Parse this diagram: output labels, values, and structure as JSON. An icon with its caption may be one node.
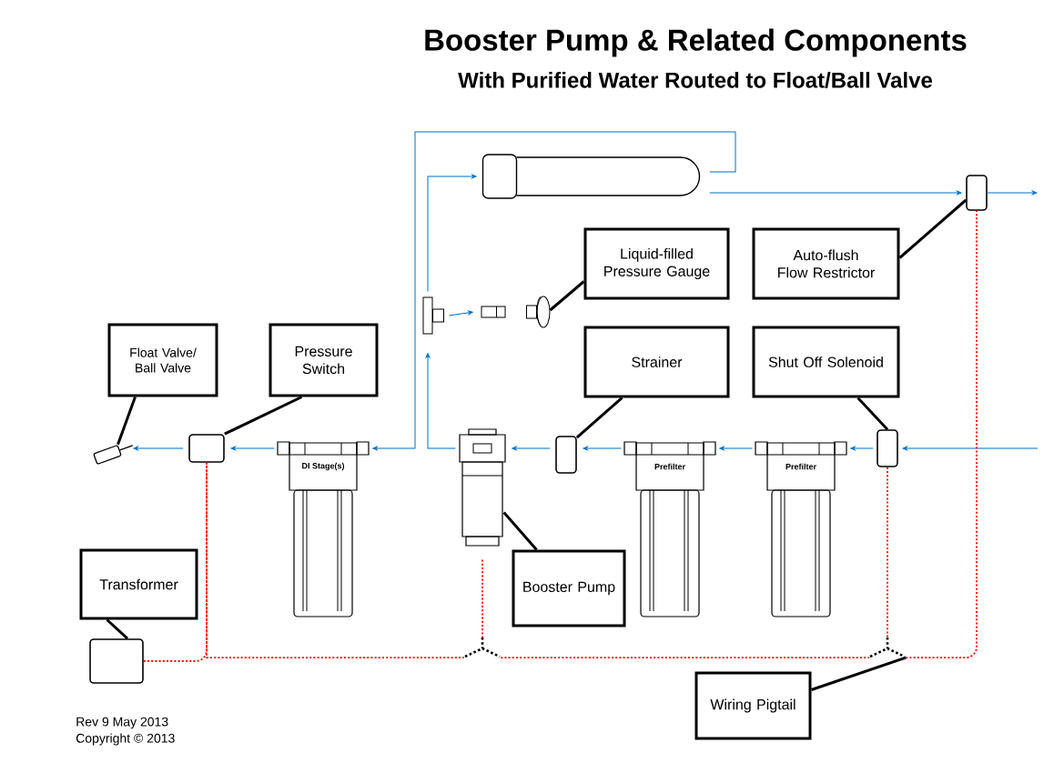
{
  "diagram": {
    "title": "Booster Pump & Related Components",
    "nodes": [
      {
        "text": [
          "Float Valve/ Ball Valve"
        ]
      },
      {
        "text": [
          "Pressure Switch"
        ]
      },
      {
        "text": [
          "Transformer"
        ]
      },
      {
        "text": [
          "Liquid-filled Pressure Gauge"
        ]
      },
      {
        "text": [
          "Auto-flush Flow Restrictor"
        ]
      },
      {
        "text": [
          "Strainer"
        ]
      },
      {
        "text": [
          "Shut Off Solenoid"
        ]
      },
      {
        "text": [
          "Booster Pump"
        ]
      },
      {
        "text": [
          "Wiring Pigtail"
        ]
      },
      {
        "text": [],
        "shape": "valve"
      },
      {
        "text": [],
        "shape": "box"
      },
      {
        "text": [
          "DI Stage(s)"
        ]
      },
      {
        "text": [],
        "shape": "pump"
      },
      {
        "text": [],
        "shape": "box"
      },
      {
        "text": [
          "Prefilter"
        ]
      },
      {
        "text": [
          "Prefilter"
        ]
      },
      {
        "text": [],
        "shape": "box"
      },
      {
        "text": [],
        "shape": "tee"
      },
      {
        "text": [],
        "shape": "fitting"
      },
      {
        "text": [],
        "shape": "gauge"
      },
      {
        "text": [],
        "shape": "cylinder"
      },
      {
        "text": [],
        "shape": "box"
      },
      {
        "text": [],
        "shape": "box"
      },
      {
        "text": [],
        "shape": "junction"
      },
      {
        "text": [],
        "shape": "junction"
      }
    ],
    "edges": [
      {
        "from": 0,
        "to": 9,
        "arrow": "none",
        "color": "#000000"
      },
      {
        "from": 1,
        "to": 10,
        "arrow": "none",
        "color": "#000000"
      },
      {
        "from": 2,
        "to": 22,
        "arrow": "none",
        "color": "#000000"
      },
      {
        "from": 3,
        "to": 19,
        "arrow": "none",
        "color": "#000000"
      },
      {
        "from": 4,
        "to": 21,
        "arrow": "none",
        "color": "#000000"
      },
      {
        "from": 5,
        "to": 13,
        "arrow": "none",
        "color": "#000000"
      },
      {
        "from": 6,
        "to": 16,
        "arrow": "none",
        "color": "#000000"
      },
      {
        "from": 7,
        "to": 12,
        "arrow": "none",
        "color": "#000000"
      },
      {
        "from": 8,
        "to": 24,
        "arrow": "none",
        "color": "#000000"
      },
      {
        "from": null,
        "to": 16,
        "arrow": "to"
      },
      {
        "from": 16,
        "to": 15,
        "arrow": "to"
      },
      {
        "from": 15,
        "to": 14,
        "arrow": "to"
      },
      {
        "from": 14,
        "to": 13,
        "arrow": "to"
      },
      {
        "from": 13,
        "to": 12,
        "arrow": "to"
      },
      {
        "from": 12,
        "to": 17,
        "arrow": "to"
      },
      {
        "from": 17,
        "to": 18,
        "arrow": "to"
      },
      {
        "from": 17,
        "to": 20,
        "arrow": "to"
      },
      {
        "from": 20,
        "to": 21,
        "arrow": "to"
      },
      {
        "from": 21,
        "to": null,
        "arrow": "to"
      },
      {
        "from": 20,
        "to": 11,
        "arrow": "to"
      },
      {
        "from": 11,
        "to": 10,
        "arrow": "to"
      },
      {
        "from": 10,
        "to": 9,
        "arrow": "to"
      },
      {
        "from": 22,
        "to": 10,
        "arrow": "none",
        "style": "dashed",
        "color": "#ff0000"
      },
      {
        "from": 10,
        "to": 23,
        "arrow": "none",
        "style": "dashed",
        "color": "#ff0000"
      },
      {
        "from": 12,
        "to": 23,
        "arrow": "none",
        "style": "dashed",
        "color": "#ff0000"
      },
      {
        "from": 23,
        "to": 24,
        "arrow": "none",
        "style": "dashed",
        "color": "#ff0000"
      },
      {
        "from": 16,
        "to": 24,
        "arrow": "none",
        "style": "dashed",
        "color": "#ff0000"
      },
      {
        "from": 24,
        "to": 21,
        "arrow": "none",
        "style": "dashed",
        "color": "#ff0000"
      }
    ],
    "labels": [
      "With Purified Water Routed to Float/Ball Valve",
      "Rev 9 May 2013",
      "Copyright © 2013"
    ]
  }
}
